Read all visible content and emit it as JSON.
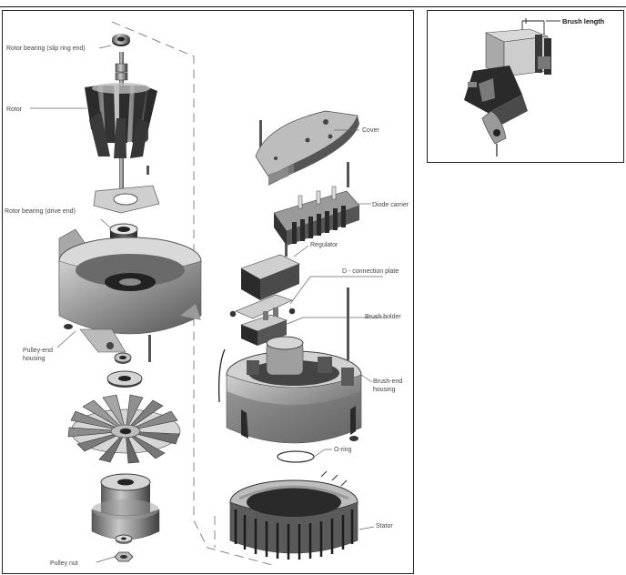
{
  "labels": {
    "rotor_bearing_slip": "Rotor bearing (slip ring end)",
    "rotor": "Rotor",
    "rotor_bearing_drive": "Rotor bearing (drive end)",
    "pulley_end_housing_1": "Pulley-end",
    "pulley_end_housing_2": "housing",
    "pulley_nut": "Pulley nut",
    "cover": "Cover",
    "diode_carrier": "Diode carrier",
    "regulator": "Regulator",
    "connection_plate": "D - connection plate",
    "brush_holder": "Brush holder",
    "brush_end_housing_1": "Brush-end",
    "brush_end_housing_2": "housing",
    "o_ring": "O-ring",
    "stator": "Stator"
  },
  "inset": {
    "brush_length": "Brush length"
  },
  "colors": {
    "metal_dark": "#3a3a3a",
    "metal_mid": "#7a7a7a",
    "metal_light": "#c4c4c4",
    "label_text": "#444444"
  }
}
